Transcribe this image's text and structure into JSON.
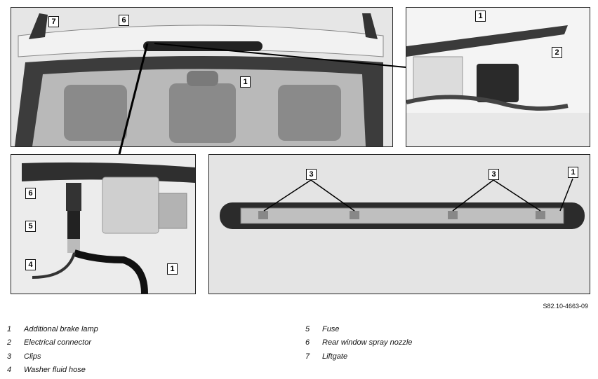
{
  "figure_ref": "S82.10-4663-09",
  "callouts": {
    "main": [
      "7",
      "6",
      "1"
    ],
    "top_right": [
      "1",
      "2"
    ],
    "bottom_left": [
      "6",
      "5",
      "4",
      "1"
    ],
    "bottom_right": [
      "3",
      "3",
      "1"
    ]
  },
  "legend": [
    {
      "num": "1",
      "text": "Additional brake lamp"
    },
    {
      "num": "2",
      "text": "Electrical connector"
    },
    {
      "num": "3",
      "text": "Clips"
    },
    {
      "num": "4",
      "text": "Washer fluid hose"
    },
    {
      "num": "5",
      "text": "Fuse"
    },
    {
      "num": "6",
      "text": "Rear window spray nozzle"
    },
    {
      "num": "7",
      "text": "Liftgate"
    }
  ]
}
